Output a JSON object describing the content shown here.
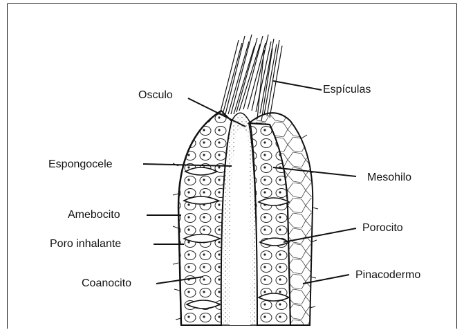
{
  "labels": {
    "espiculas": "Espículas",
    "osculo": "Osculo",
    "espongocele": "Espongocele",
    "mesohilo": "Mesohilo",
    "amebocito": "Amebocito",
    "porocito": "Porocito",
    "poro_inhalante": "Poro inhalante",
    "pinacodermo": "Pinacodermo",
    "coanocito": "Coanocito"
  },
  "colors": {
    "ink": "#111111",
    "background": "#ffffff"
  }
}
